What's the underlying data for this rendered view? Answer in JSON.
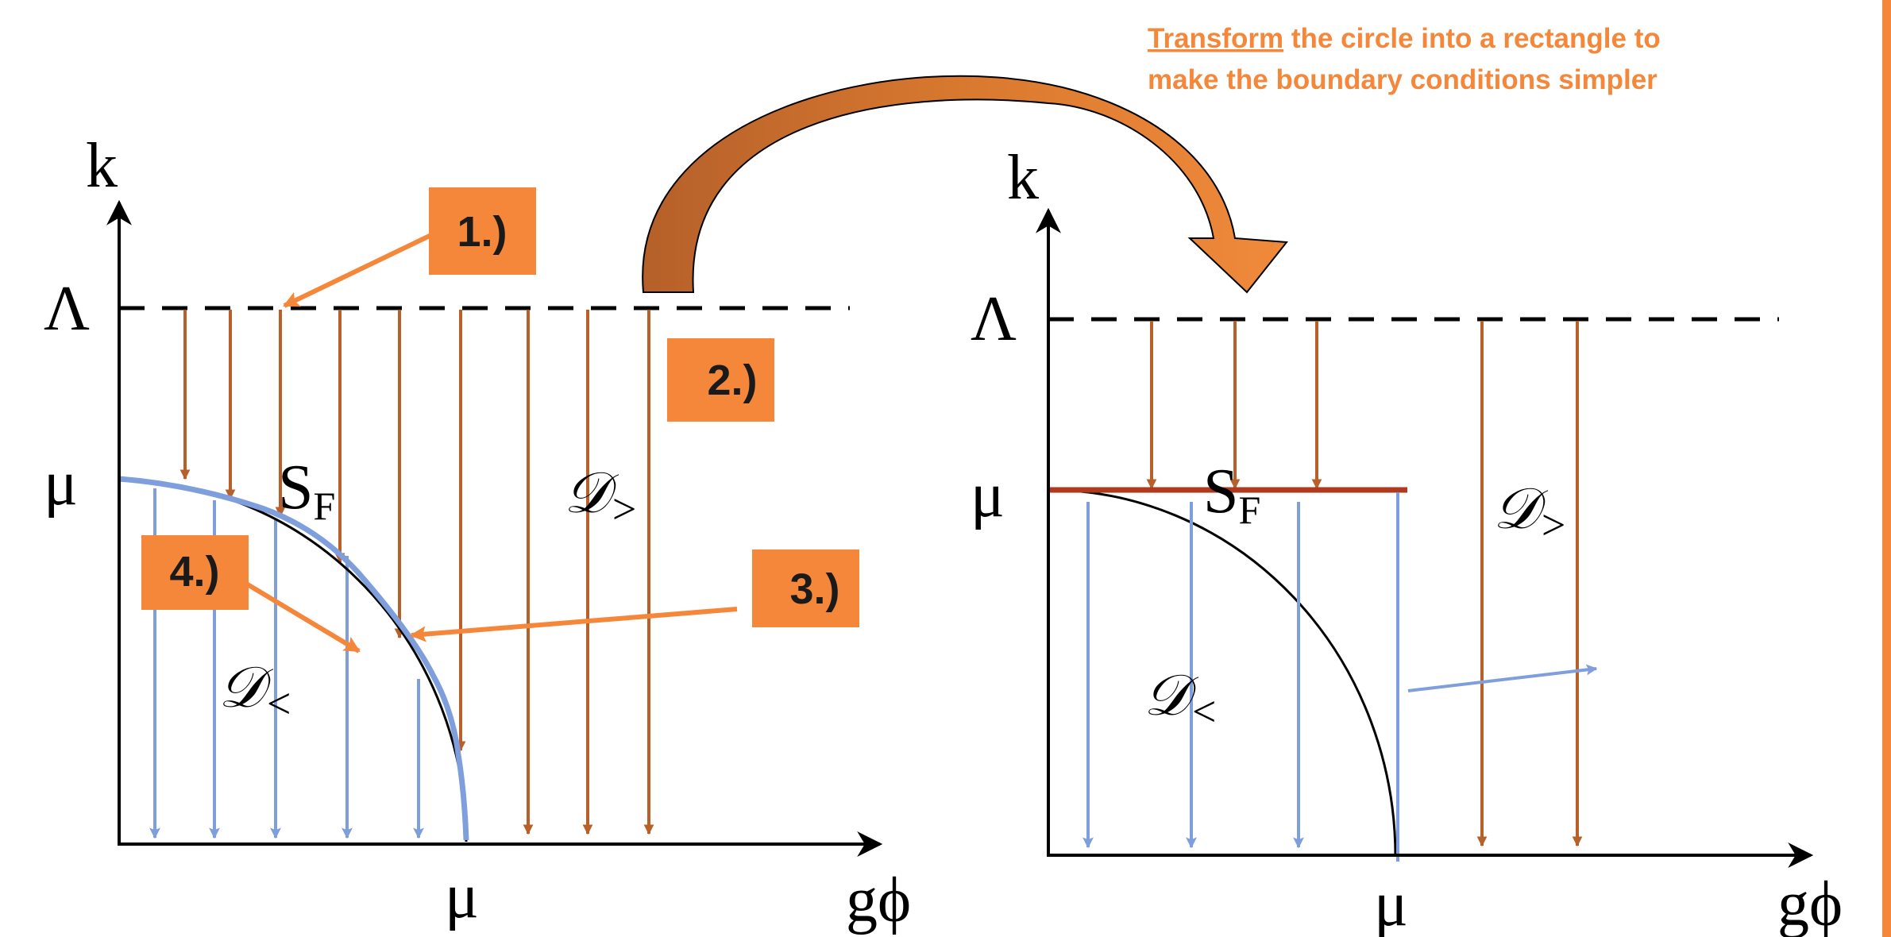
{
  "caption": {
    "emphasis": "Transform",
    "line1_rest": " the circle into a rectangle to",
    "line2": "make the boundary conditions simpler"
  },
  "colors": {
    "accent_orange": "#f5873a",
    "brown_arrow": "#b8602a",
    "blue_arrow": "#7f9fdc",
    "axis": "#000000",
    "surface_red": "#b03a1e",
    "step_text": "#1a1a1a"
  },
  "left_panel": {
    "y_axis_label": "k",
    "x_axis_label": "gϕ",
    "lambda_label": "Λ",
    "mu_y_label": "μ",
    "mu_x_label": "μ",
    "fermi_surface_label": "S",
    "fermi_surface_sub": "F",
    "region_outer": "𝒟",
    "region_outer_sub": ">",
    "region_inner": "𝒟",
    "region_inner_sub": "<",
    "steps": [
      "1.)",
      "2.)",
      "3.)",
      "4.)"
    ]
  },
  "right_panel": {
    "y_axis_label": "k",
    "x_axis_label": "gϕ",
    "lambda_label": "Λ",
    "mu_y_label": "μ",
    "mu_x_label": "μ",
    "fermi_surface_label": "S",
    "fermi_surface_sub": "F",
    "region_outer": "𝒟",
    "region_outer_sub": ">",
    "region_inner": "𝒟",
    "region_inner_sub": "<"
  }
}
